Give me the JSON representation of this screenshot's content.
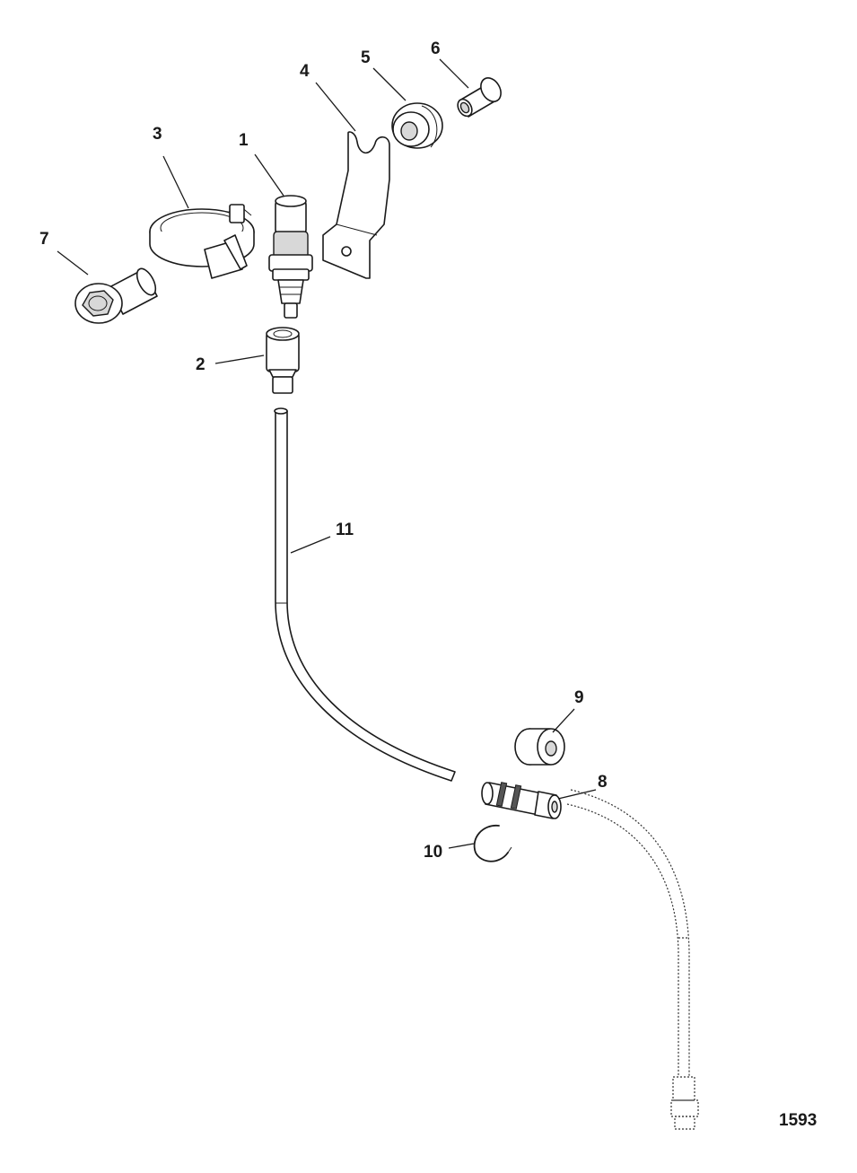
{
  "diagram": {
    "figure_number": "1593",
    "callouts": [
      {
        "id": "1",
        "label": "1"
      },
      {
        "id": "2",
        "label": "2"
      },
      {
        "id": "3",
        "label": "3"
      },
      {
        "id": "4",
        "label": "4"
      },
      {
        "id": "5",
        "label": "5"
      },
      {
        "id": "6",
        "label": "6"
      },
      {
        "id": "7",
        "label": "7"
      },
      {
        "id": "8",
        "label": "8"
      },
      {
        "id": "9",
        "label": "9"
      },
      {
        "id": "10",
        "label": "10"
      },
      {
        "id": "11",
        "label": "11"
      }
    ]
  }
}
